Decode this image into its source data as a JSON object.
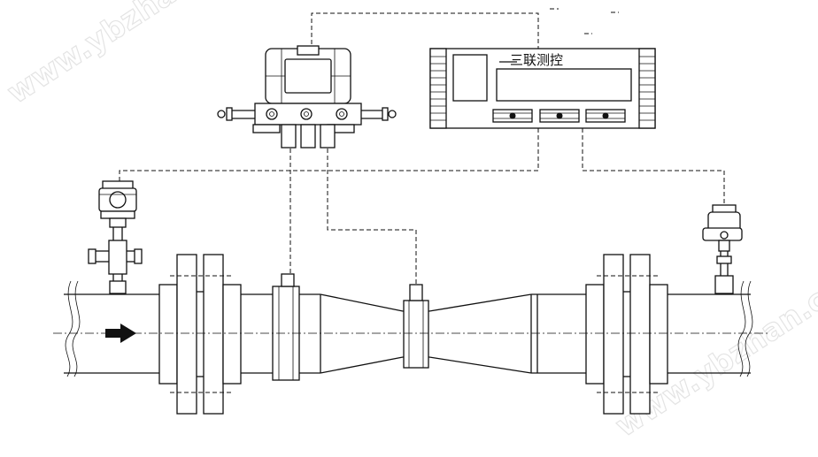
{
  "calculator": {
    "title": "三联测控"
  },
  "watermarks": [
    "www.ybzhan.com",
    "www.ybzhan.cn"
  ],
  "colors": {
    "line": "#111111",
    "watermark": "#e4e4e4",
    "background": "#ffffff"
  }
}
